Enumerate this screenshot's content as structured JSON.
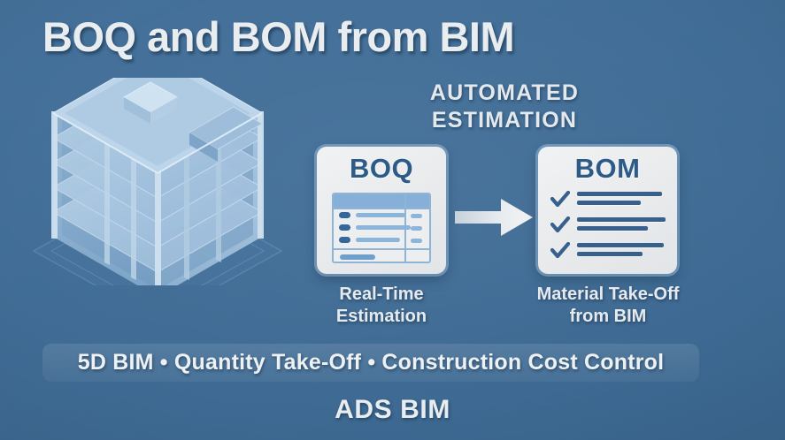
{
  "slide": {
    "title": "BOQ and BOM from BIM",
    "footer_brand": "ADS BIM",
    "background_color": "#3e6c97"
  },
  "automated_label": {
    "line1": "AUTOMATED",
    "line2": "ESTIMATION"
  },
  "illustration": {
    "name": "isometric-bim-building",
    "floors": 5,
    "has_rooftop_unit": true,
    "has_ground_plane": true,
    "fill_color": "#a8c6e0",
    "line_color": "#c9dced"
  },
  "flow": {
    "arrow_direction": "right",
    "arrow_color": "#e3e8ec"
  },
  "cards": [
    {
      "id": "boq",
      "title": "BOQ",
      "caption_line1": "Real-Time",
      "caption_line2": "Estimation",
      "icon": "table-document-icon",
      "accent_color": "#2d5a86",
      "table": {
        "header_color": "#86b0d8",
        "rows": [
          {
            "bullet": true,
            "line_width": 56,
            "right_dash": true
          },
          {
            "bullet": true,
            "line_width": 62,
            "right_dash": true
          },
          {
            "bullet": true,
            "line_width": 50,
            "right_dash": true
          }
        ],
        "total_row": true
      }
    },
    {
      "id": "bom",
      "title": "BOM",
      "caption_line1": "Material Take-Off",
      "caption_line2": "from BIM",
      "icon": "checklist-icon",
      "accent_color": "#2d5a86",
      "checklist": [
        {
          "checked": true,
          "line1_width": 96,
          "line2_width": 72
        },
        {
          "checked": true,
          "line1_width": 100,
          "line2_width": 80
        },
        {
          "checked": true,
          "line1_width": 98,
          "line2_width": 74
        }
      ]
    }
  ],
  "banner": {
    "text": "5D BIM • Quantity Take-Off • Construction Cost Control"
  }
}
